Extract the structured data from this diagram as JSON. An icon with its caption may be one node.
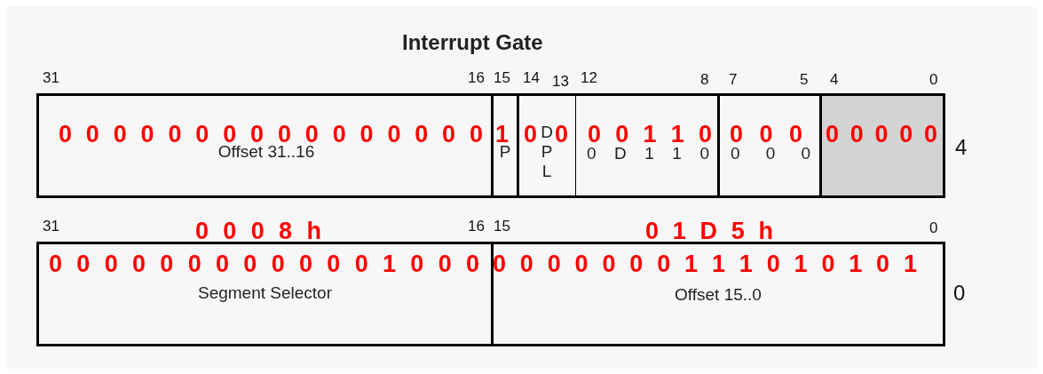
{
  "diagram": {
    "title": "Interrupt Gate",
    "nodes": [
      {
        "text": [
          "Offset 31..16"
        ]
      },
      {
        "text": [
          "P"
        ]
      },
      {
        "text": [
          "D P L"
        ]
      },
      {
        "text": [
          "0 D 1 1 0"
        ]
      },
      {
        "text": [
          "0 0 0"
        ]
      },
      {
        "text": [],
        "shape": "box"
      },
      {
        "text": [
          "Segment Selector"
        ]
      },
      {
        "text": [
          "Offset 15..0"
        ]
      }
    ],
    "labels": [
      "31",
      "16",
      "15",
      "14",
      "13",
      "12",
      "8",
      "7",
      "5",
      "4",
      "0",
      "0 0 0 0 0 0 0 0 0 0 0 0 0 0 0 0",
      "1",
      "0 0",
      "0 0 1 1 0",
      "0 0 0",
      "0 0 0 0 0",
      "4",
      "31",
      "0 0 0 8 h",
      "16",
      "15",
      "0 1 D 5 h",
      "0",
      "0 0 0 0 0 0 0 0 0 0 0 0 1 0 0 0",
      "0 0 0 0 0 0 0 1 1 1 0 1 0 1 0 1",
      "0"
    ]
  }
}
